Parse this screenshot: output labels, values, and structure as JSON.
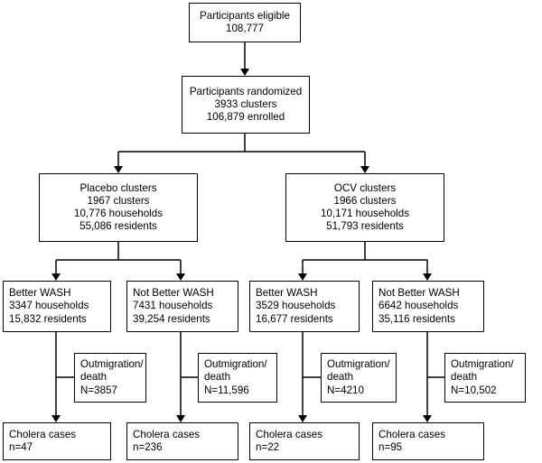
{
  "eligible": {
    "title": "Participants eligible",
    "count": "108,777"
  },
  "randomized": {
    "title": "Participants randomized",
    "clusters": "3933 clusters",
    "enrolled": "106,879 enrolled"
  },
  "placebo": {
    "title": "Placebo clusters",
    "clusters": "1967 clusters",
    "households": "10,776 households",
    "residents": "55,086 residents"
  },
  "ocv": {
    "title": "OCV clusters",
    "clusters": "1966 clusters",
    "households": "10,171 households",
    "residents": "51,793 residents"
  },
  "groups": [
    {
      "title": "Better WASH",
      "households": "3347 households",
      "residents": "15,832 residents",
      "outmigration": {
        "line1": "Outmigration/",
        "line2": "death",
        "n": "N=3857"
      },
      "cases": {
        "label": "Cholera cases",
        "n": "n=47"
      }
    },
    {
      "title": "Not Better WASH",
      "households": "7431 households",
      "residents": "39,254 residents",
      "outmigration": {
        "line1": "Outmigration/",
        "line2": "death",
        "n": "N=11,596"
      },
      "cases": {
        "label": "Cholera cases",
        "n": "n=236"
      }
    },
    {
      "title": "Better WASH",
      "households": "3529 households",
      "residents": "16,677 residents",
      "outmigration": {
        "line1": "Outmigration/",
        "line2": "death",
        "n": "N=4210"
      },
      "cases": {
        "label": "Cholera cases",
        "n": "n=22"
      }
    },
    {
      "title": "Not Better WASH",
      "households": "6642 households",
      "residents": "35,116 residents",
      "outmigration": {
        "line1": "Outmigration/",
        "line2": "death",
        "n": "N=10,502"
      },
      "cases": {
        "label": "Cholera cases",
        "n": "n=95"
      }
    }
  ]
}
